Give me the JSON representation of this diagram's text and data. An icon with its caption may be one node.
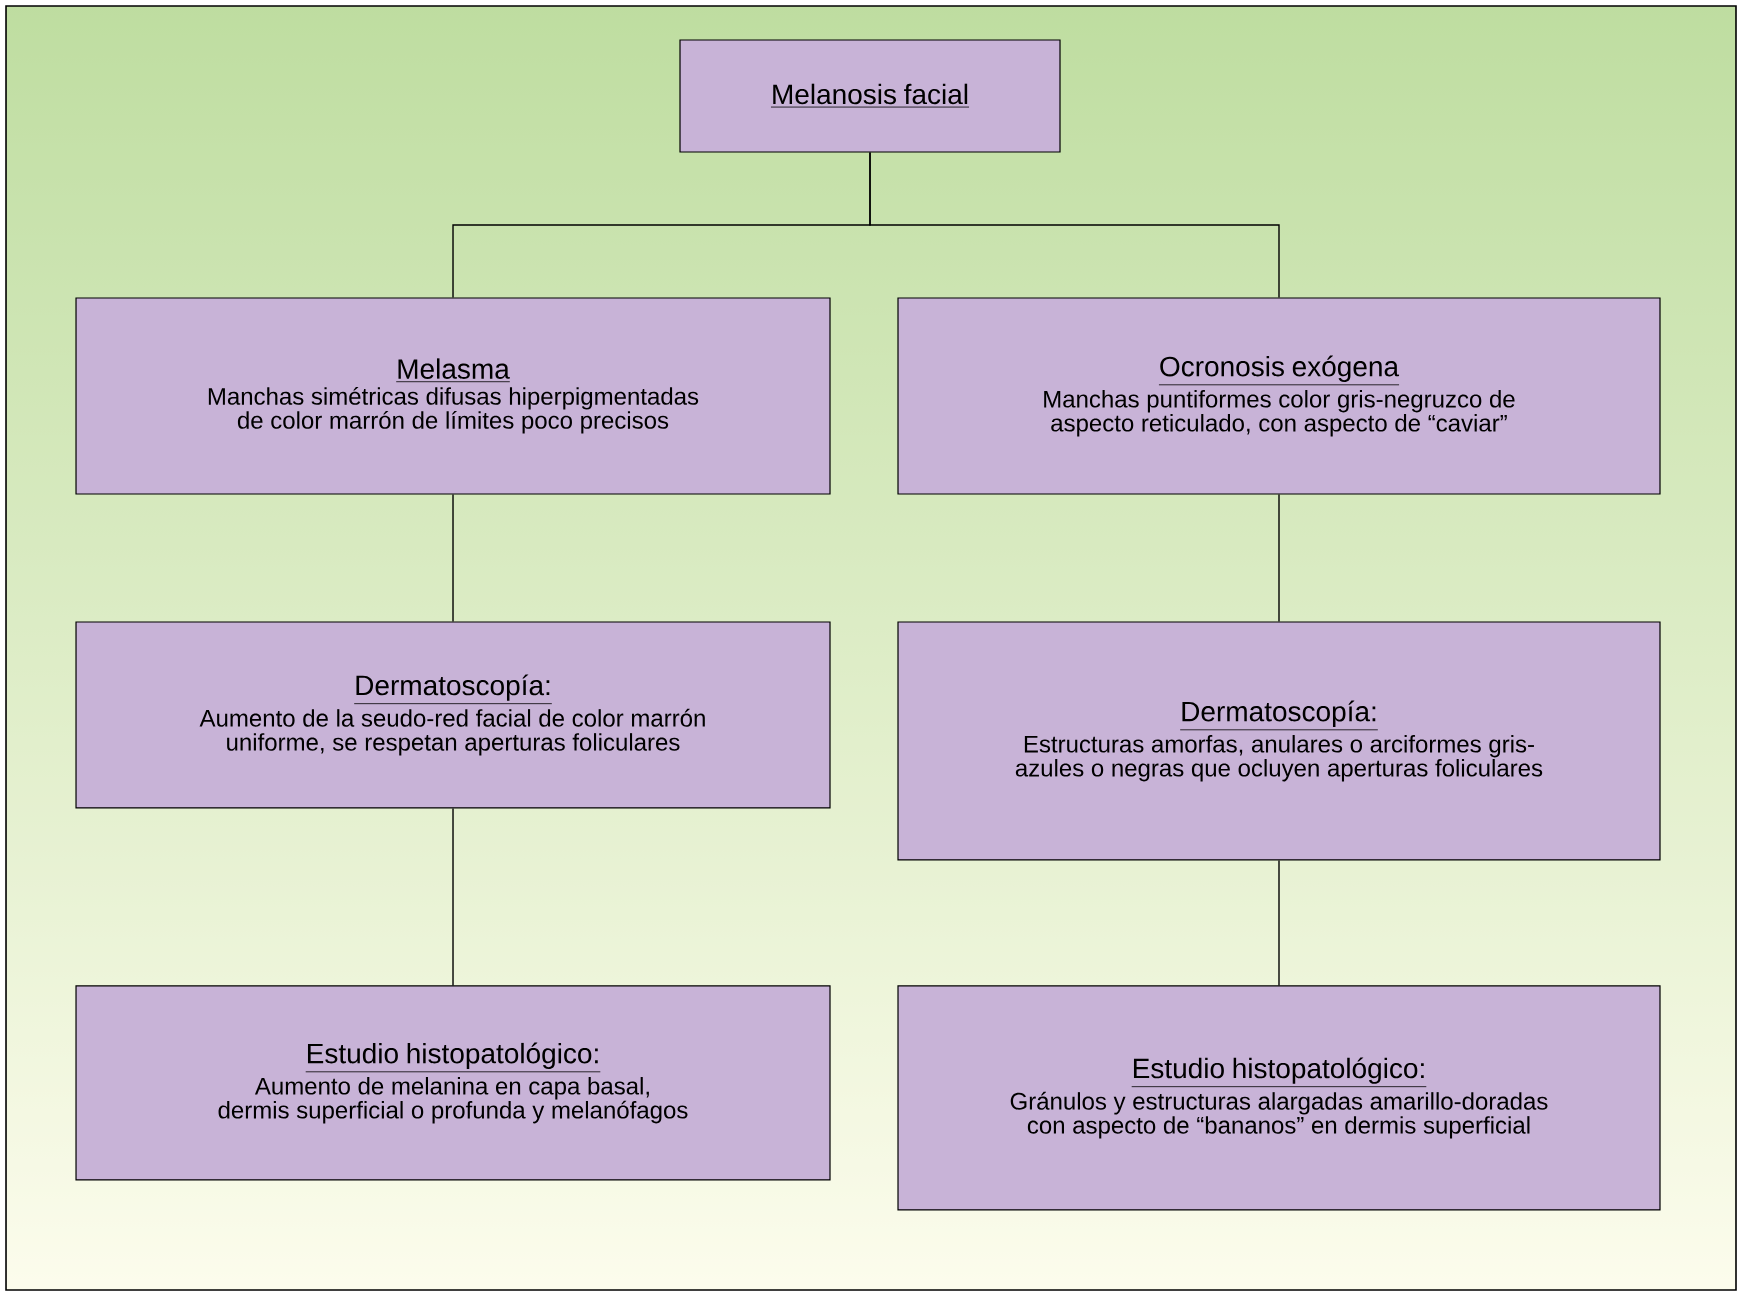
{
  "diagram": {
    "nodes": [
      {
        "text": [
          "Melanosis facial"
        ]
      },
      {
        "text": [
          "Melasma",
          "Manchas simétricas difusas hiperpigmentadas de color marrón de límites poco precisos"
        ]
      },
      {
        "text": [
          "Ocronosis exógena",
          "Manchas puntiformes color gris-negruzco de aspecto reticulado, con aspecto de “caviar”"
        ]
      },
      {
        "text": [
          "Dermatoscopía:",
          "Aumento de la seudo-red facial de color marrón uniforme, se respetan aperturas foliculares"
        ]
      },
      {
        "text": [
          "Dermatoscopía:",
          "Estructuras amorfas, anulares o arciformes gris-azules o negras que ocluyen aperturas foliculares"
        ]
      },
      {
        "text": [
          "Estudio histopatológico:",
          "Aumento de melanina en capa basal, dermis superficial o profunda y melanófagos"
        ]
      },
      {
        "text": [
          "Estudio histopatológico:",
          "Gránulos y estructuras alargadas amarillo-doradas con aspecto de “bananos” en dermis superficial"
        ]
      }
    ],
    "edges": [
      {
        "from": 0,
        "to": 1,
        "arrow": "none"
      },
      {
        "from": 0,
        "to": 2,
        "arrow": "none"
      },
      {
        "from": 1,
        "to": 3,
        "arrow": "none"
      },
      {
        "from": 3,
        "to": 5,
        "arrow": "none"
      },
      {
        "from": 2,
        "to": 4,
        "arrow": "none"
      },
      {
        "from": 4,
        "to": 6,
        "arrow": "none"
      }
    ]
  }
}
